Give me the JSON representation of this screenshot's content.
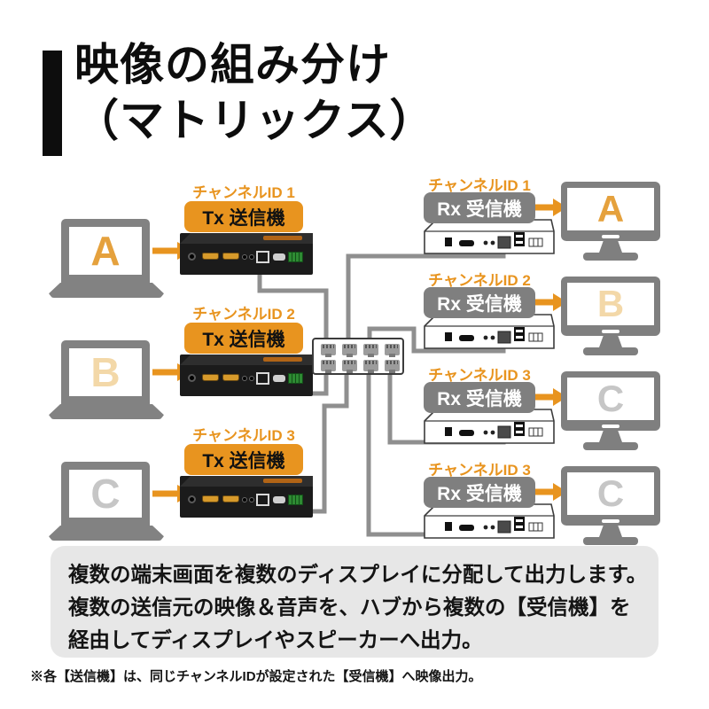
{
  "title": {
    "line1": "映像の組み分け",
    "line2": "（マトリックス）"
  },
  "palette": {
    "orange": "#e8941f",
    "badge_gray": "#7f7f7f",
    "device_black": "#1b1b1b",
    "cable_gray": "#8f8f8f",
    "letter_a": "#e5a13d",
    "letter_b": "#f3d8a8",
    "letter_c": "#c6c6c6",
    "desc_bg": "#e7e7e7"
  },
  "sources": [
    {
      "letter": "A",
      "channel_label": "チャンネルID 1",
      "box_label": "Tx 送信機"
    },
    {
      "letter": "B",
      "channel_label": "チャンネルID 2",
      "box_label": "Tx 送信機"
    },
    {
      "letter": "C",
      "channel_label": "チャンネルID 3",
      "box_label": "Tx 送信機"
    }
  ],
  "receivers": [
    {
      "channel_label": "チャンネルID 1",
      "box_label": "Rx 受信機",
      "monitor_letter": "A"
    },
    {
      "channel_label": "チャンネルID 2",
      "box_label": "Rx 受信機",
      "monitor_letter": "B"
    },
    {
      "channel_label": "チャンネルID 3",
      "box_label": "Rx 受信機",
      "monitor_letter": "C"
    },
    {
      "channel_label": "チャンネルID 3",
      "box_label": "Rx 受信機",
      "monitor_letter": "C"
    }
  ],
  "hub": {
    "port_count": 8
  },
  "description": {
    "line1": "複数の端末画面を複数のディスプレイに分配して出力します。",
    "line2": "複数の送信元の映像＆音声を、ハブから複数の【受信機】を",
    "line3": "経由してディスプレイやスピーカーへ出力。"
  },
  "footnote": "※各【送信機】は、同じチャンネルIDが設定された【受信機】へ映像出力。"
}
